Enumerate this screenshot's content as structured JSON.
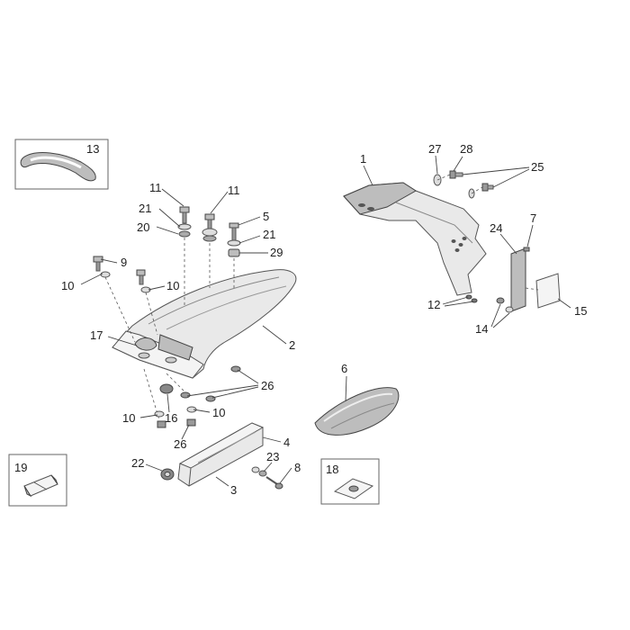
{
  "diagram": {
    "callouts": {
      "c1": "1",
      "c2": "2",
      "c3": "3",
      "c4": "4",
      "c5": "5",
      "c6": "6",
      "c7": "7",
      "c8": "8",
      "c9": "9",
      "c10a": "10",
      "c10b": "10",
      "c10c": "10",
      "c10d": "10",
      "c11a": "11",
      "c11b": "11",
      "c12": "12",
      "c13": "13",
      "c14": "14",
      "c15": "15",
      "c16": "16",
      "c17": "17",
      "c18": "18",
      "c19": "19",
      "c20": "20",
      "c21a": "21",
      "c21b": "21",
      "c22": "22",
      "c23": "23",
      "c24": "24",
      "c25": "25",
      "c26a": "26",
      "c26b": "26",
      "c27": "27",
      "c28": "28",
      "c29": "29"
    }
  }
}
